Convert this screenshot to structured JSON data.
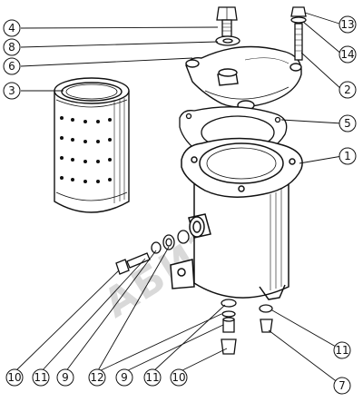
{
  "watermark": "АБИЗ.Н",
  "callouts": [
    {
      "id": "c4-top",
      "num": "4"
    },
    {
      "id": "c8",
      "num": "8"
    },
    {
      "id": "c6",
      "num": "6"
    },
    {
      "id": "c3",
      "num": "3"
    },
    {
      "id": "c13",
      "num": "13"
    },
    {
      "id": "c14",
      "num": "14"
    },
    {
      "id": "c2",
      "num": "2"
    },
    {
      "id": "c5",
      "num": "5"
    },
    {
      "id": "c1",
      "num": "1"
    },
    {
      "id": "c10-left",
      "num": "10"
    },
    {
      "id": "c11-left",
      "num": "11"
    },
    {
      "id": "c9-left",
      "num": "9"
    },
    {
      "id": "c12",
      "num": "12"
    },
    {
      "id": "c9-mid",
      "num": "9"
    },
    {
      "id": "c11-mid",
      "num": "11"
    },
    {
      "id": "c10-mid",
      "num": "10"
    },
    {
      "id": "c11-right",
      "num": "11"
    },
    {
      "id": "c7",
      "num": "7"
    }
  ]
}
